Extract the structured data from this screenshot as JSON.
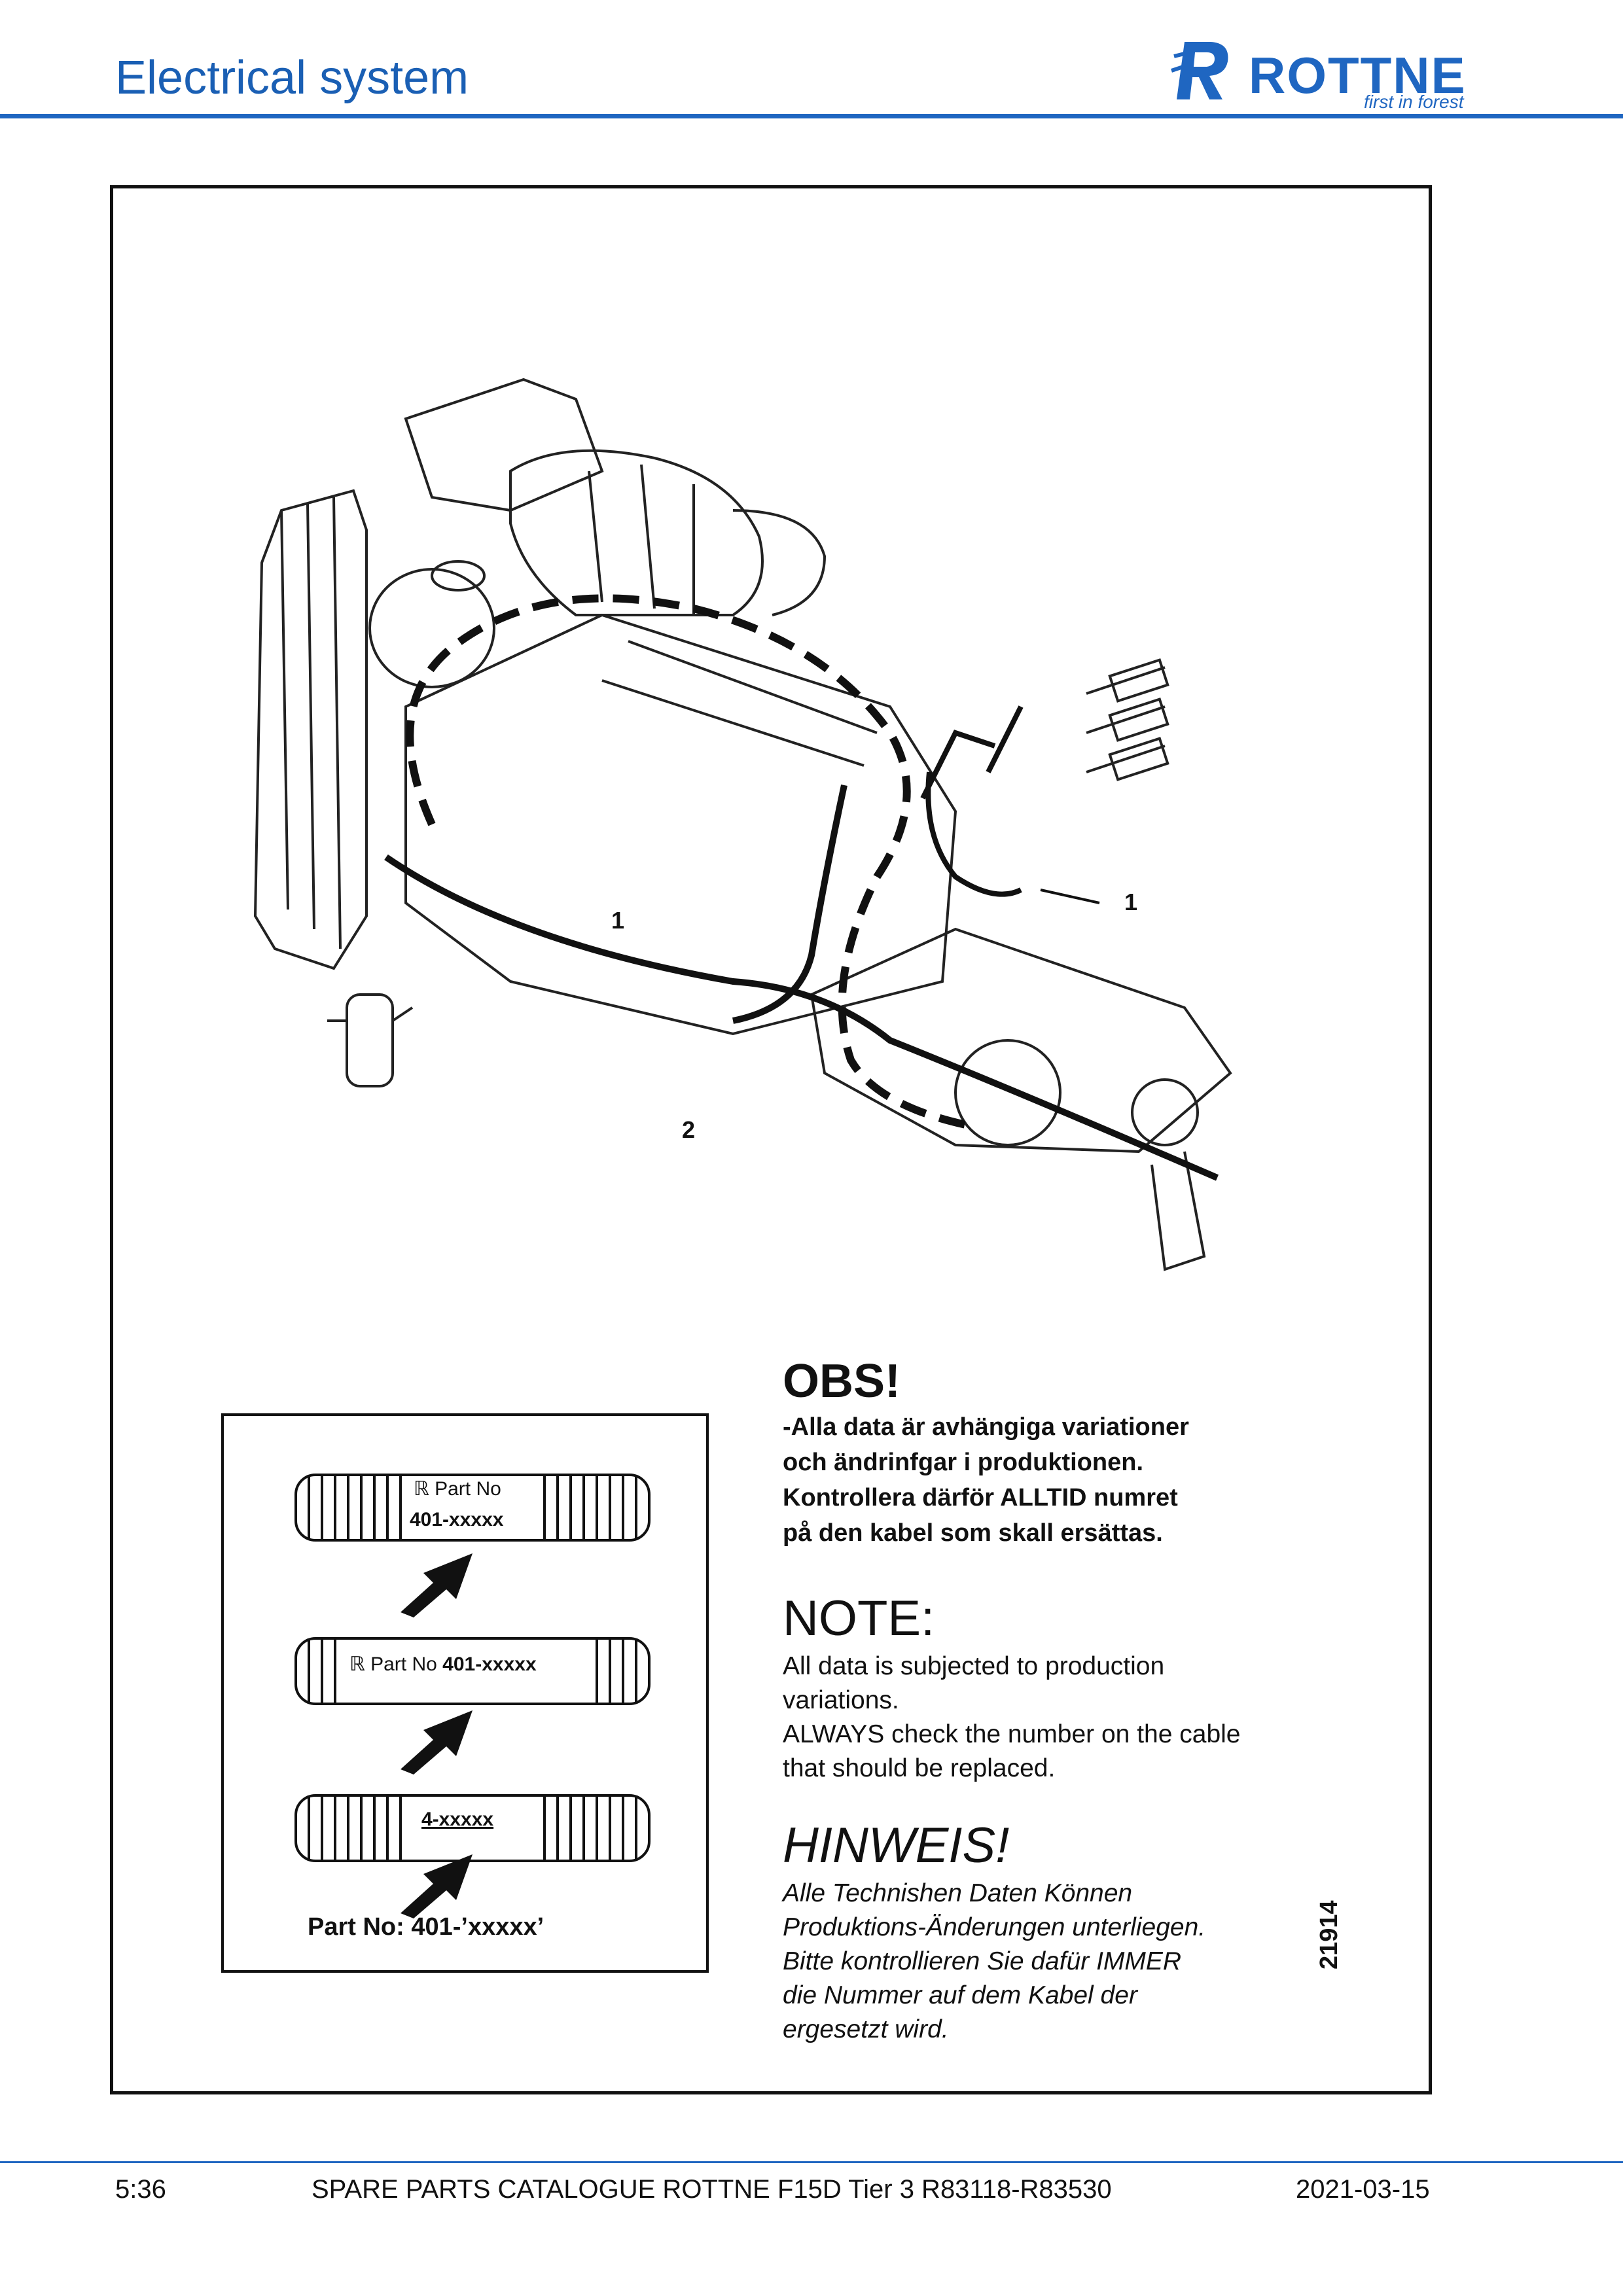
{
  "header": {
    "title": "Electrical system",
    "logo_word": "ROTTNE",
    "logo_tagline": "first in forest",
    "brand_color": "#1f66c1"
  },
  "figure": {
    "callouts": [
      "1",
      "1",
      "2"
    ],
    "figure_number": "21914"
  },
  "inset": {
    "cable1_line1": "Part No",
    "cable1_line2": "401-xxxxx",
    "cable2_prefix": "Part No",
    "cable2_value": "401-xxxxx",
    "cable3_label": "4-xxxxx",
    "caption": "Part No: 401-’xxxxx’"
  },
  "notes": {
    "obs_heading": "OBS!",
    "obs_text": "-Alla data är avhängiga variationer\noch ändrinfgar i produktionen.\nKontrollera därför ALLTID numret\npå den kabel som skall ersättas.",
    "note_heading": "NOTE:",
    "note_text": "All data is subjected to production\nvariations.\nALWAYS check the number on the cable\nthat should be replaced.",
    "hinweis_heading": "HINWEIS!",
    "hinweis_text": "Alle Technishen Daten Können\nProduktions-Änderungen unterliegen.\nBitte kontrollieren Sie dafür IMMER\ndie Nummer auf dem Kabel der\nergesetzt wird."
  },
  "footer": {
    "page": "5:36",
    "catalogue": "SPARE PARTS CATALOGUE ROTTNE F15D Tier 3 R83118-R83530",
    "date": "2021-03-15"
  }
}
